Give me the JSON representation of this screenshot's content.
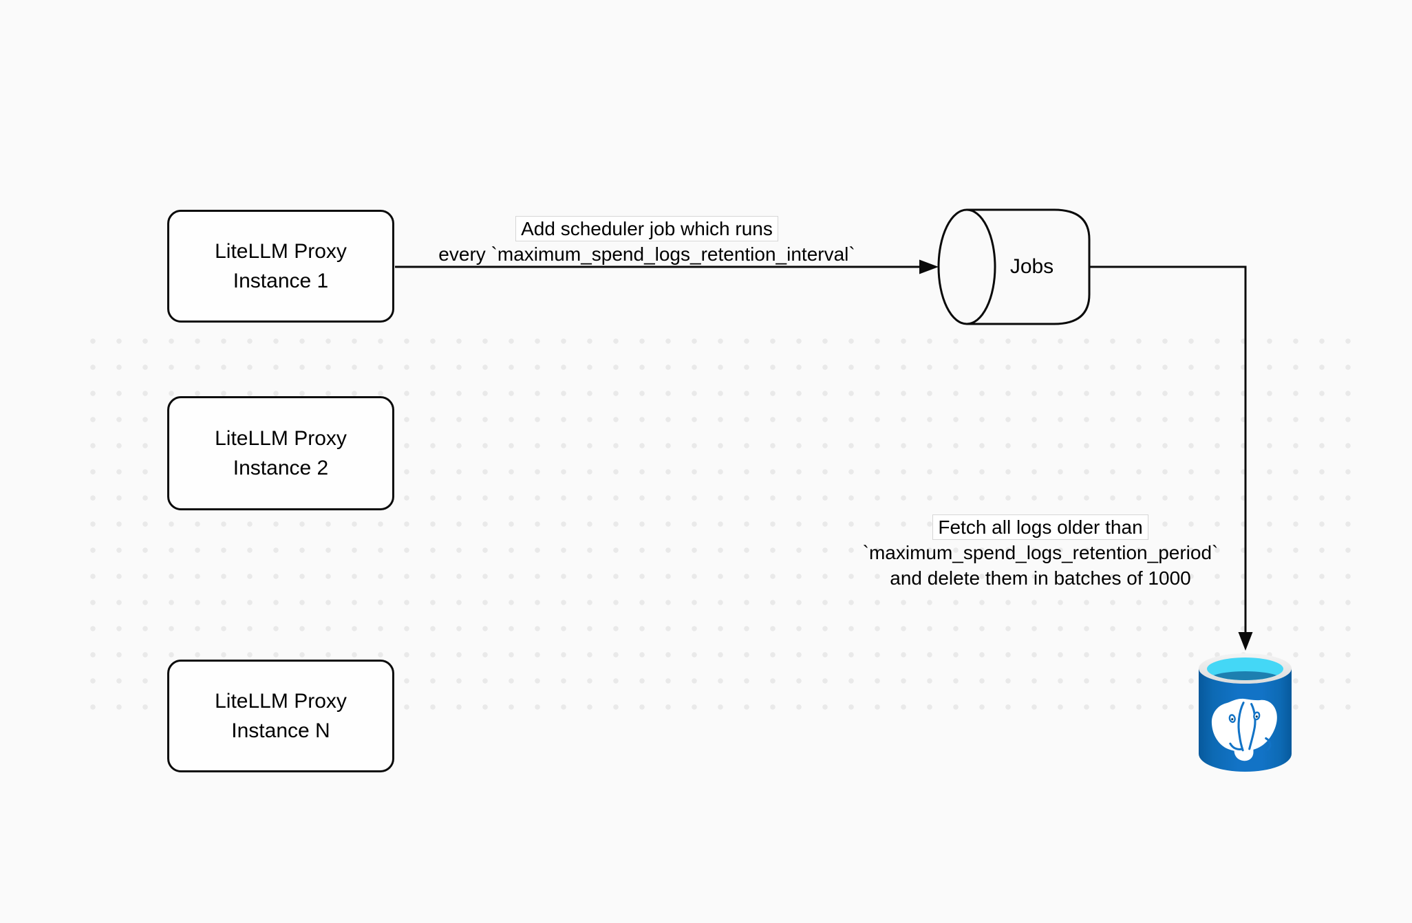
{
  "diagram": {
    "background_color": "#fafafa",
    "grid_dot_color": "#e9e9e9",
    "line_color": "#000000",
    "nodes": {
      "proxy_instances": [
        {
          "lines": [
            "LiteLLM Proxy",
            "Instance 1"
          ]
        },
        {
          "lines": [
            "LiteLLM Proxy",
            "Instance 2"
          ]
        },
        {
          "lines": [
            "LiteLLM Proxy",
            "Instance N"
          ]
        }
      ],
      "jobs_queue": {
        "label": "Jobs",
        "shape": "horizontal-cylinder"
      },
      "postgres_database": {
        "icon": "postgresql-database-icon",
        "colors": {
          "body_blue": "#1273c6",
          "rim_gray": "#e7e7e7",
          "top_cyan": "#44d7f6",
          "water_teal": "#1d7fb0",
          "elephant": "#ffffff"
        }
      }
    },
    "edge_labels": {
      "scheduler": {
        "lines": [
          "Add scheduler job which runs",
          "every `maximum_spend_logs_retention_interval`"
        ]
      },
      "cleanup": {
        "lines": [
          "Fetch all logs older than",
          "`maximum_spend_logs_retention_period`",
          "and delete them in batches of 1000"
        ]
      }
    }
  }
}
